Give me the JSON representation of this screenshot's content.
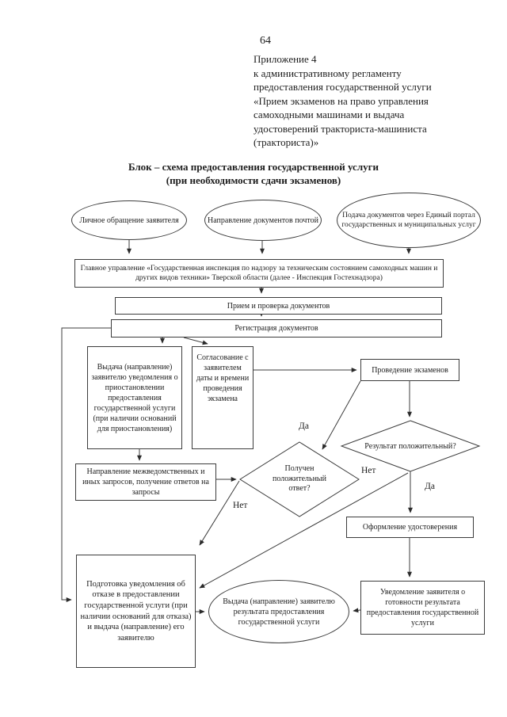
{
  "page": {
    "page_number": "64",
    "appendix_lines": [
      "Приложение 4",
      "к административному регламенту",
      "предоставления государственной услуги",
      "«Прием экзаменов на право управления",
      "самоходными машинами и выдача",
      "удостоверений тракториста-машиниста",
      "(тракториста)»"
    ],
    "title_line1": "Блок – схема предоставления государственной услуги",
    "title_line2": "(при необходимости сдачи экзаменов)"
  },
  "nodes": {
    "personal_visit": "Личное обращение заявителя",
    "mail_docs": "Направление документов почтой",
    "portal_docs": "Подача документов через Единый портал государственных и муниципальных услуг",
    "main_office": "Главное управление «Государственная инспекция по надзору за техническим состоянием самоходных машин и других видов техники» Тверской области (далее - Инспекция Гостехнадзора)",
    "receive_check": "Прием и проверка документов",
    "registration": "Регистрация документов",
    "suspension_notice": "Выдача (направление) заявителю уведомления о приостановлении предоставления государственной услуги (при наличии оснований для приостановления)",
    "schedule_agree": "Согласование с заявителем даты и времени проведения экзамена",
    "exams": "Проведение экзаменов",
    "interagency": "Направление межведомственных и иных запросов, получение ответов на запросы",
    "positive_answer": "Получен положительный ответ?",
    "positive_result": "Результат положительный?",
    "certificate": "Оформление удостоверения",
    "readiness_notice": "Уведомление заявителя о готовности результата предоставления государственной услуги",
    "refusal_notice": "Подготовка уведомления об отказе в предоставлении государственной услуги (при наличии оснований для отказа) и выдача (направление) его заявителю",
    "result_delivery": "Выдача (направление) заявителю результата предоставления государственной услуги"
  },
  "labels": {
    "yes_mid": "Да",
    "no_mid": "Нет",
    "yes_right": "Да",
    "no_right": "Нет"
  },
  "colors": {
    "ink": "#1d1d1d",
    "line": "#3c3c3c",
    "paper": "#ffffff"
  }
}
